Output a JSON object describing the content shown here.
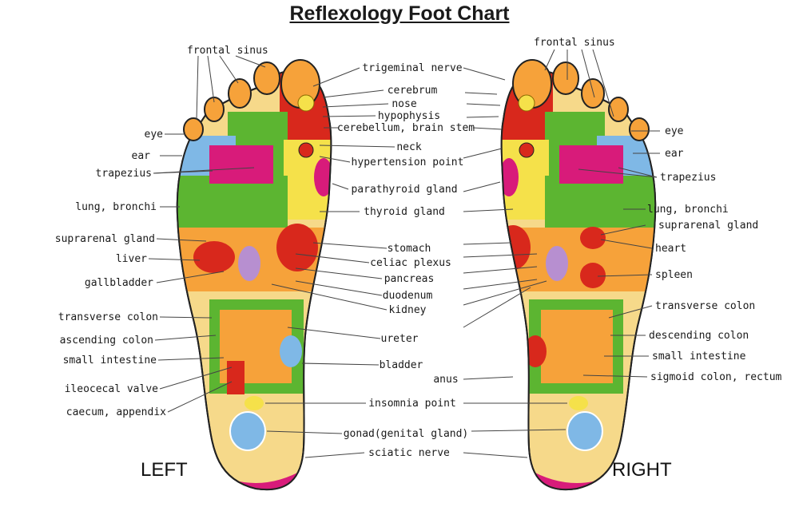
{
  "title": "Reflexology Foot Chart",
  "sides": {
    "left": "LEFT",
    "right": "RIGHT"
  },
  "colors": {
    "sole": "#f6d98a",
    "orange": "#f6a23a",
    "red": "#d8281c",
    "green": "#5cb531",
    "magenta": "#d81b7a",
    "blue": "#7fb8e6",
    "yellow": "#f5e14a",
    "outline": "#222222"
  },
  "labels": {
    "left": [
      "frontal sinus",
      "eye",
      "ear",
      "trapezius",
      "lung, bronchi",
      "suprarenal gland",
      "liver",
      "gallbladder",
      "transverse colon",
      "ascending colon",
      "small intestine",
      "ileocecal valve",
      "caecum, appendix"
    ],
    "center": [
      "trigeminal nerve",
      "cerebrum",
      "nose",
      "hypophysis",
      "cerebellum, brain stem",
      "neck",
      "hypertension point",
      "parathyroid gland",
      "thyroid gland",
      "stomach",
      "celiac plexus",
      "pancreas",
      "duodenum",
      "kidney",
      "ureter",
      "bladder",
      "anus",
      "insomnia point",
      "gonad(genital gland)",
      "sciatic nerve"
    ],
    "right": [
      "frontal sinus",
      "eye",
      "ear",
      "trapezius",
      "lung, bronchi",
      "suprarenal gland",
      "heart",
      "spleen",
      "transverse colon",
      "descending colon",
      "small intestine",
      "sigmoid colon, rectum"
    ]
  }
}
